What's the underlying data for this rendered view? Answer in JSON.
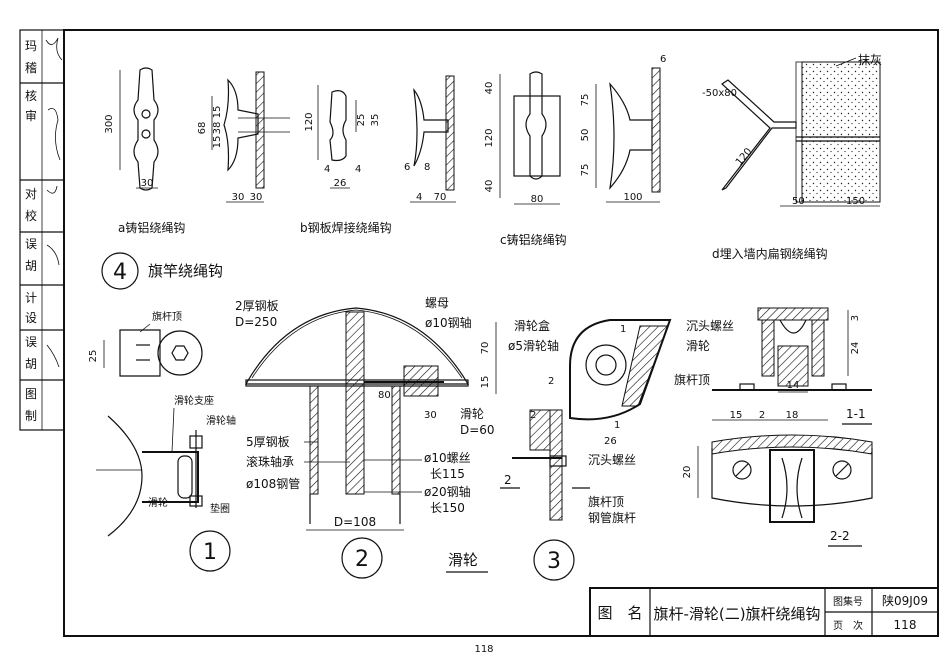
{
  "signature_column": {
    "cells": [
      "玛",
      "稽",
      "核",
      "审",
      "对",
      "校",
      "误",
      "胡",
      "计",
      "设",
      "误",
      "胡",
      "图",
      "制"
    ]
  },
  "section4": {
    "number": "4",
    "title": "旗竿绕绳钩",
    "a_caption": "a铸铝绕绳钩",
    "b_caption": "b钢板焊接绕绳钩",
    "c_caption": "c铸铝绕绳钩",
    "d_caption": "d埋入墙内扁钢绕绳钩",
    "dims_a": [
      "300",
      "68",
      "15",
      "38",
      "15",
      "30",
      "30",
      "30"
    ],
    "dims_b": [
      "120",
      "25",
      "35",
      "4",
      "4",
      "26",
      "6",
      "8",
      "4",
      "70"
    ],
    "dims_c": [
      "40",
      "120",
      "40",
      "80",
      "75",
      "50",
      "75",
      "100",
      "6"
    ],
    "dims_d": [
      "-50x80",
      "抹灰",
      "120",
      "50",
      "150"
    ]
  },
  "detail1": {
    "number": "1",
    "labels": [
      "旗杆顶",
      "25",
      "滑轮支座",
      "滑轮轴",
      "滑轮",
      "垫圈"
    ]
  },
  "detail2": {
    "number": "2",
    "labels": [
      "2厚钢板",
      "D=250",
      "螺母",
      "ø10钢轴",
      "80",
      "30",
      "滑轮",
      "D=60",
      "5厚钢板",
      "滚珠轴承",
      "ø108钢管",
      "ø10螺丝",
      "长115",
      "ø20钢轴",
      "长150",
      "D=108"
    ]
  },
  "detail3": {
    "number": "3",
    "labels": [
      "滑轮盒",
      "ø5滑轮轴",
      "沉头螺丝",
      "滑轮",
      "70",
      "15",
      "2",
      "旗杆顶",
      "26",
      "1",
      "1",
      "2",
      "沉头螺丝",
      "2",
      "旗杆顶",
      "钢管旗杆"
    ]
  },
  "section11": {
    "dims": [
      "3",
      "24",
      "14",
      "15",
      "2",
      "18"
    ],
    "label": "1-1"
  },
  "section22": {
    "dims": [
      "20"
    ],
    "label": "2-2"
  },
  "center_title": "滑轮",
  "title_block": {
    "name_label": "图　名",
    "name": "旗杆-滑轮(二)旗杆绕绳钩",
    "atlas_label": "图集号",
    "atlas_value": "陕09J09",
    "page_label": "页　次",
    "page_value": "118"
  },
  "footer_page": "118"
}
